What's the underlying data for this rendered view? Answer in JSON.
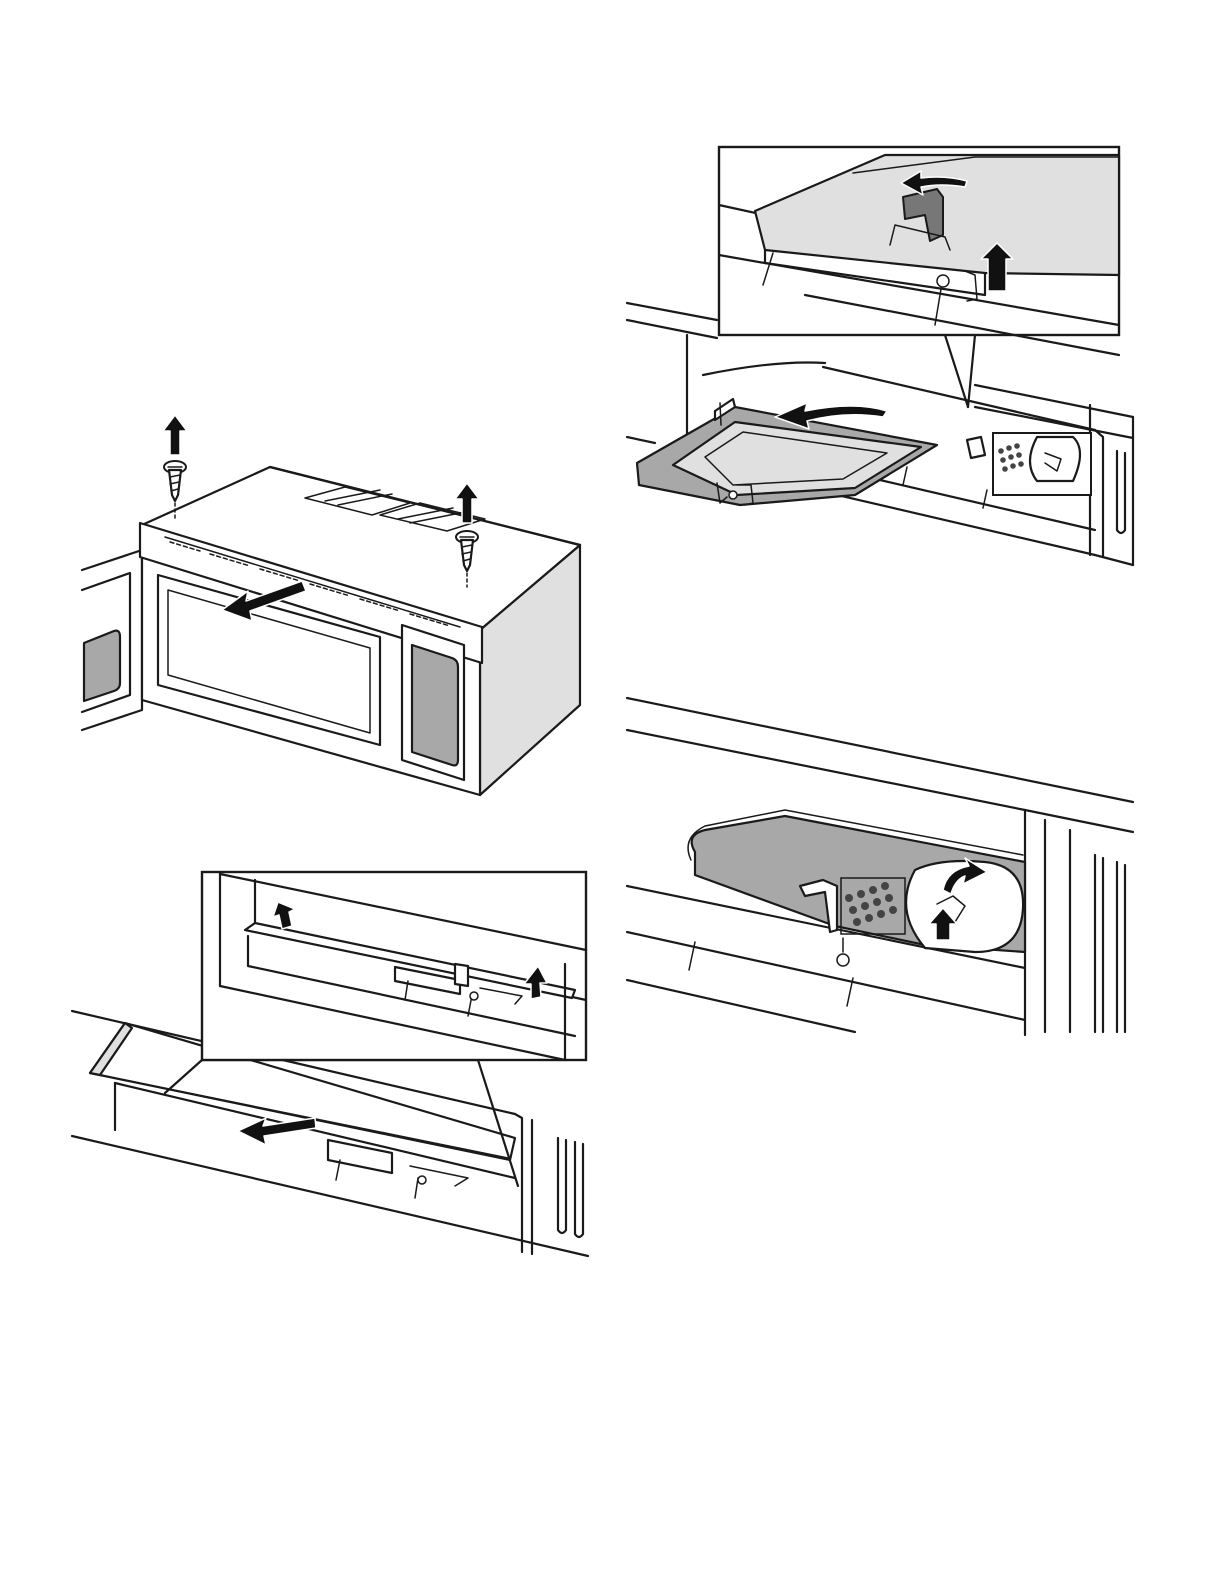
{
  "figures": [
    {
      "id": "remove-mounting-screws"
    },
    {
      "id": "open-lower-panel"
    },
    {
      "id": "open-lamp-cover"
    },
    {
      "id": "replace-lamp-bulb"
    }
  ],
  "icons": [
    "arrow-up-icon",
    "arrow-left-icon",
    "arrow-curved-icon",
    "screw-icon"
  ],
  "colors": {
    "line": "#1a1a1a",
    "light_fill": "#e0e0e0",
    "medium_fill": "#a8a8a8",
    "dark_fill": "#777777"
  }
}
